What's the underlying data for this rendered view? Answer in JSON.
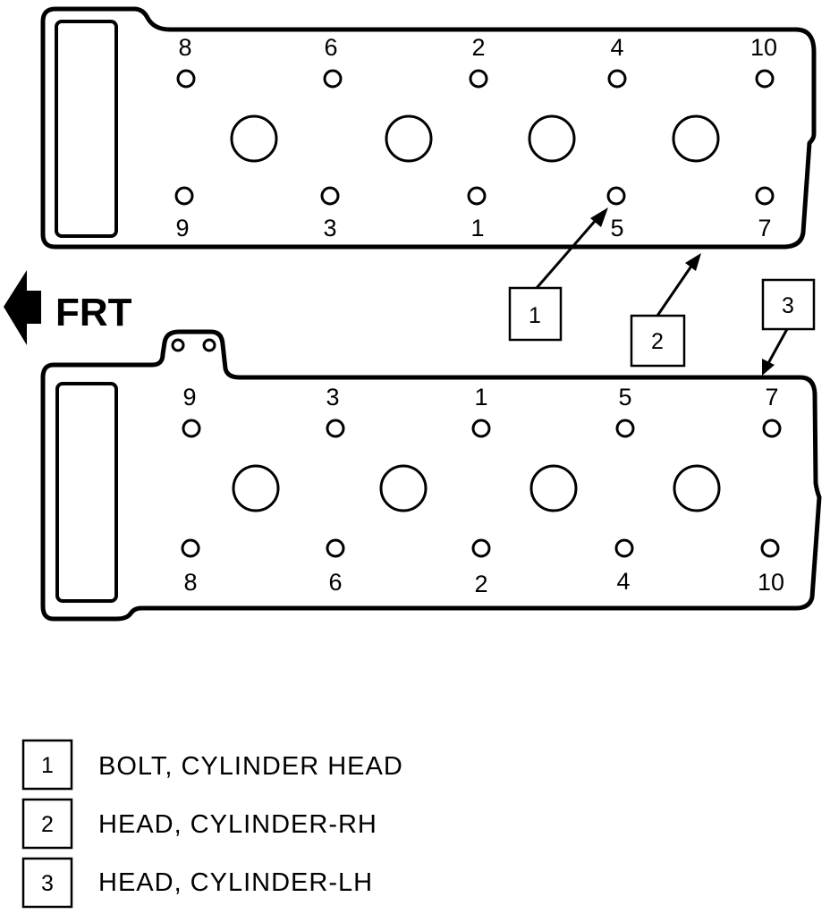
{
  "direction_label": "FRT",
  "rh_head": {
    "top_bolt_numbers": [
      "8",
      "6",
      "2",
      "4",
      "10"
    ],
    "bottom_bolt_numbers": [
      "9",
      "3",
      "1",
      "5",
      "7"
    ]
  },
  "lh_head": {
    "top_bolt_numbers": [
      "9",
      "3",
      "1",
      "5",
      "7"
    ],
    "bottom_bolt_numbers": [
      "8",
      "6",
      "2",
      "4",
      "10"
    ]
  },
  "callouts": [
    "1",
    "2",
    "3"
  ],
  "legend": [
    {
      "num": "1",
      "text": "BOLT, CYLINDER HEAD"
    },
    {
      "num": "2",
      "text": "HEAD, CYLINDER-RH"
    },
    {
      "num": "3",
      "text": "HEAD, CYLINDER-LH"
    }
  ]
}
